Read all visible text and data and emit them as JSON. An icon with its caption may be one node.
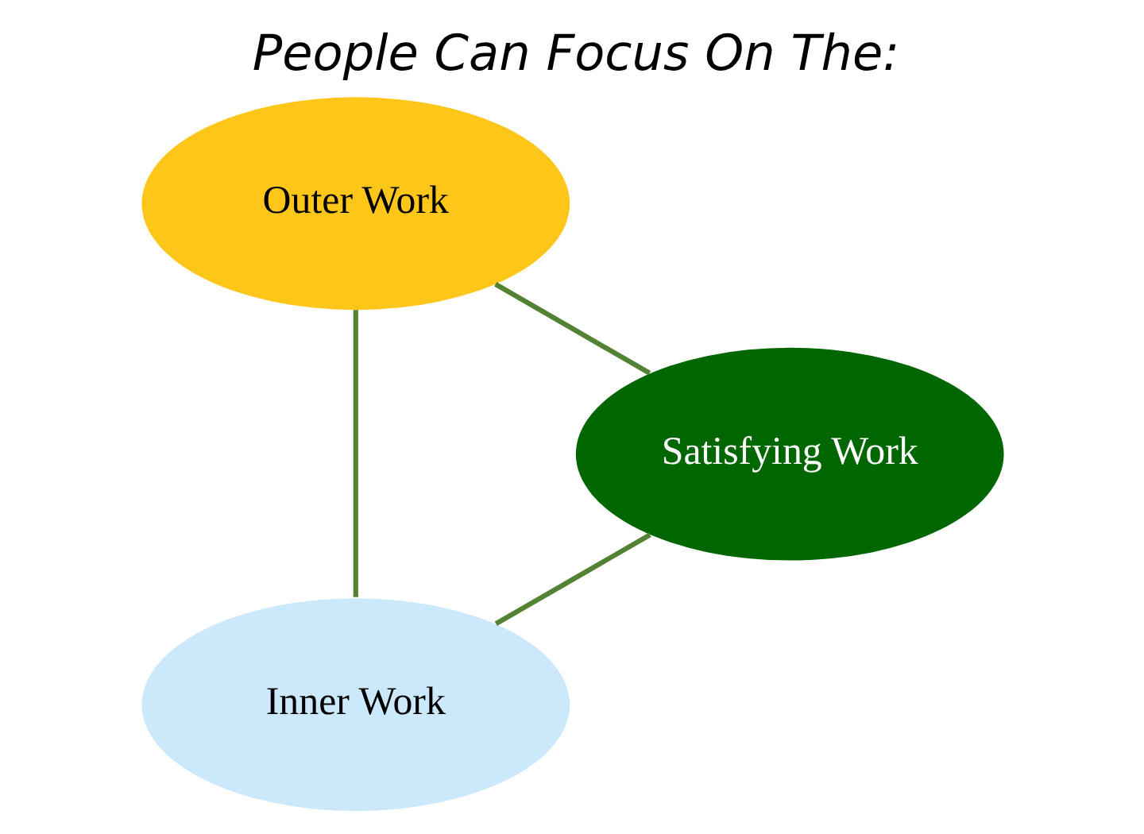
{
  "diagram": {
    "title": "People Can Focus On The:",
    "nodes": [
      {
        "text": [
          "Inner Work"
        ]
      },
      {
        "text": [
          "Satisfying Work"
        ]
      },
      {
        "text": [
          "Outer Work"
        ]
      }
    ],
    "edges": [
      {
        "from": 0,
        "to": 2,
        "arrow": "none"
      },
      {
        "from": 2,
        "to": 1,
        "arrow": "none"
      },
      {
        "from": 1,
        "to": 0,
        "arrow": "none"
      }
    ]
  }
}
